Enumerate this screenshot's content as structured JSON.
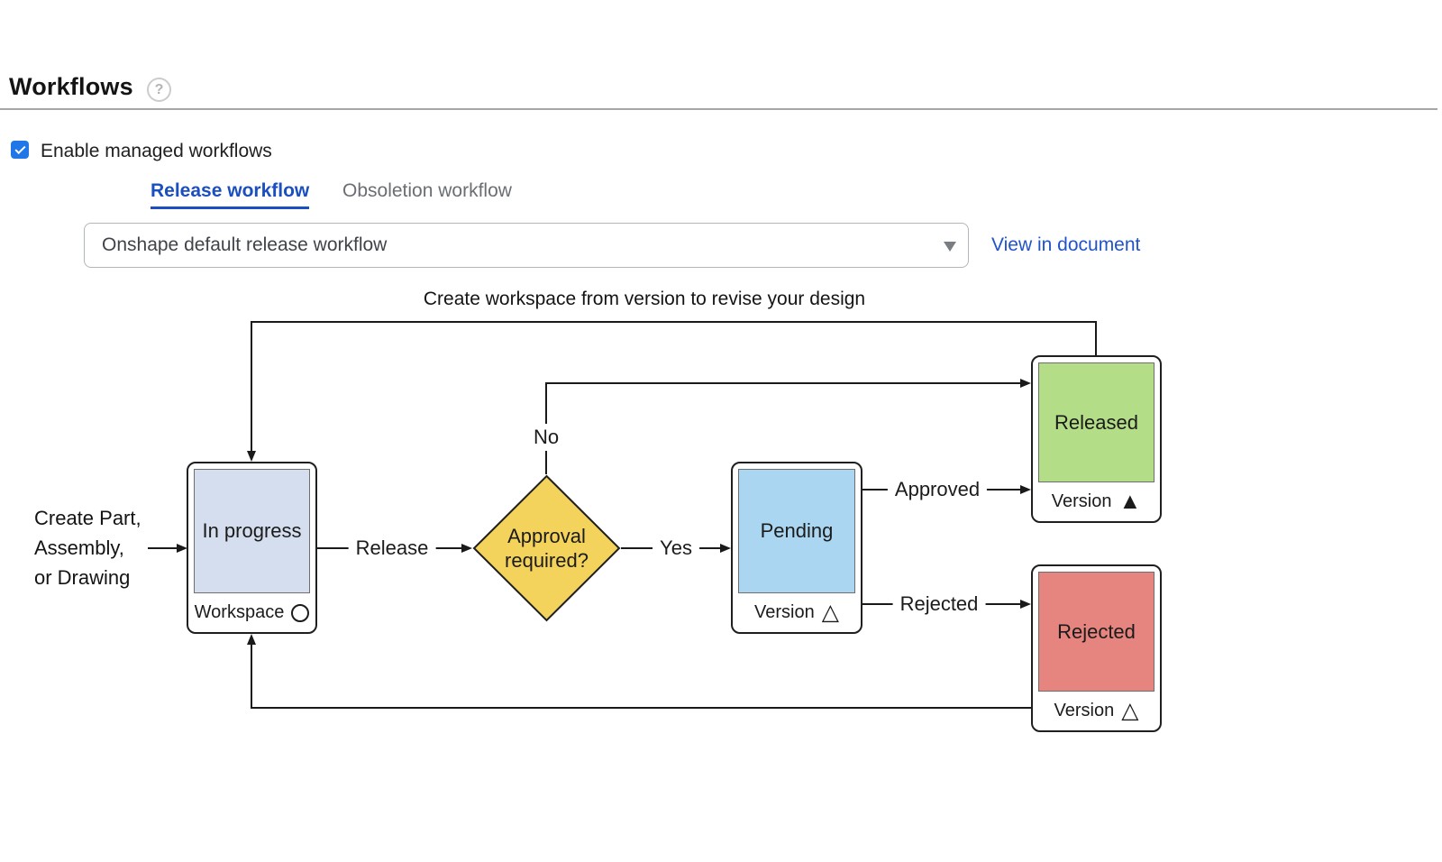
{
  "header": {
    "title": "Workflows",
    "help_icon_glyph": "?"
  },
  "controls": {
    "enable_workflows": {
      "label": "Enable managed workflows",
      "checked": true
    },
    "tabs": [
      {
        "label": "Release workflow",
        "active": true
      },
      {
        "label": "Obsoletion workflow",
        "active": false
      }
    ],
    "workflow_dropdown": {
      "value": "Onshape default release workflow",
      "caret_icon": "triangle-down"
    },
    "view_in_document_link": "View in document"
  },
  "diagram": {
    "caption": "Create workspace from version to revise your design",
    "start_label": {
      "line1": "Create Part,",
      "line2": "Assembly,",
      "line3": "or Drawing"
    },
    "nodes": {
      "in_progress": {
        "label": "In progress",
        "footer": "Workspace",
        "marker_icon": "circle-outline",
        "fill": "#d4deee"
      },
      "decision": {
        "line1": "Approval",
        "line2": "required?",
        "fill": "#f3d35b"
      },
      "pending": {
        "label": "Pending",
        "footer": "Version",
        "marker_glyph": "△",
        "fill": "#aad6f2"
      },
      "released": {
        "label": "Released",
        "footer": "Version",
        "marker_glyph": "▲",
        "fill": "#b3dd87"
      },
      "rejected": {
        "label": "Rejected",
        "footer": "Version",
        "marker_glyph": "△",
        "fill": "#e6847f"
      }
    },
    "edge_labels": {
      "release": "Release",
      "yes": "Yes",
      "no": "No",
      "approved": "Approved",
      "rejected": "Rejected"
    }
  },
  "colors": {
    "checkbox_blue": "#2277e8",
    "tab_active_blue": "#1b4fc0",
    "link_blue": "#2153c8",
    "line_color": "#1a1a1a",
    "divider_gray": "#a6a6a6"
  }
}
